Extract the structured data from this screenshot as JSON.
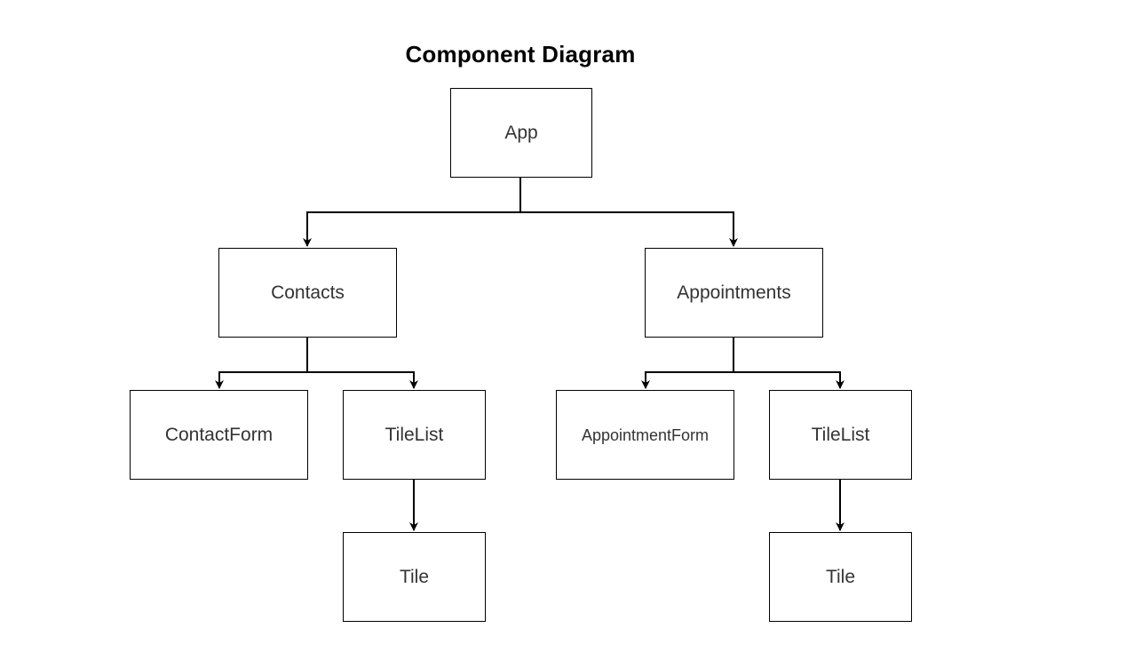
{
  "diagram": {
    "title": "Component Diagram",
    "nodes": {
      "app": "App",
      "contacts": "Contacts",
      "appointments": "Appointments",
      "contact_form": "ContactForm",
      "tile_list_contacts": "TileList",
      "appointment_form": "AppointmentForm",
      "tile_list_appointments": "TileList",
      "tile_contacts": "Tile",
      "tile_appointments": "Tile"
    },
    "edges": [
      {
        "from": "App",
        "to": "Contacts"
      },
      {
        "from": "App",
        "to": "Appointments"
      },
      {
        "from": "Contacts",
        "to": "ContactForm"
      },
      {
        "from": "Contacts",
        "to": "TileList"
      },
      {
        "from": "Appointments",
        "to": "AppointmentForm"
      },
      {
        "from": "Appointments",
        "to": "TileList"
      },
      {
        "from": "TileList",
        "to": "Tile"
      },
      {
        "from": "TileList",
        "to": "Tile"
      }
    ],
    "line_color": "#000000",
    "node_text_color": "#333333"
  }
}
